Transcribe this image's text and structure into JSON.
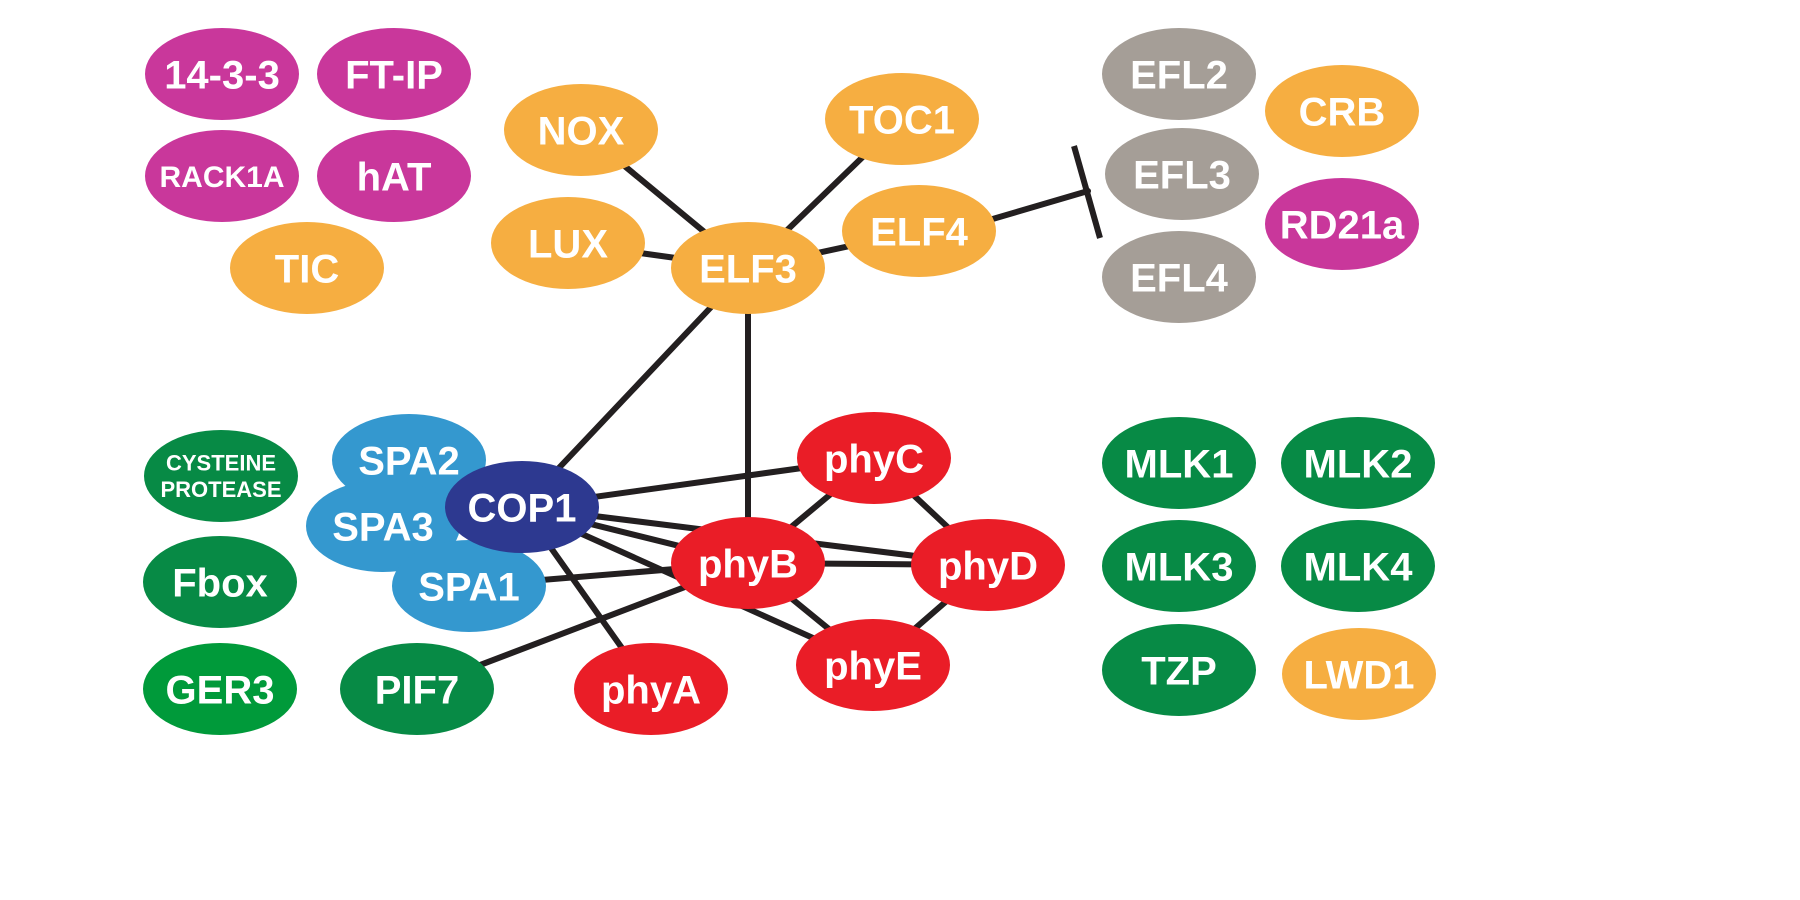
{
  "colors": {
    "magenta": "#c9379b",
    "orange": "#f6ae41",
    "gray": "#a59e97",
    "red": "#ea1d27",
    "light_blue": "#3498cf",
    "dark_blue": "#2d3990",
    "dark_green": "#078a45",
    "bright_green": "#009a3a",
    "edge": "#231f20",
    "label": "#ffffff"
  },
  "nodes": [
    {
      "id": "n-14-3-3",
      "label": "14-3-3",
      "color": "magenta"
    },
    {
      "id": "n-ft-ip",
      "label": "FT-IP",
      "color": "magenta"
    },
    {
      "id": "n-rack1a",
      "label": "RACK1A",
      "color": "magenta"
    },
    {
      "id": "n-hat",
      "label": "hAT",
      "color": "magenta"
    },
    {
      "id": "n-tic",
      "label": "TIC",
      "color": "orange"
    },
    {
      "id": "n-nox",
      "label": "NOX",
      "color": "orange"
    },
    {
      "id": "n-toc1",
      "label": "TOC1",
      "color": "orange"
    },
    {
      "id": "n-lux",
      "label": "LUX",
      "color": "orange"
    },
    {
      "id": "n-elf3",
      "label": "ELF3",
      "color": "orange"
    },
    {
      "id": "n-elf4",
      "label": "ELF4",
      "color": "orange"
    },
    {
      "id": "n-efl2",
      "label": "EFL2",
      "color": "gray"
    },
    {
      "id": "n-efl3",
      "label": "EFL3",
      "color": "gray"
    },
    {
      "id": "n-efl4",
      "label": "EFL4",
      "color": "gray"
    },
    {
      "id": "n-crb",
      "label": "CRB",
      "color": "orange"
    },
    {
      "id": "n-rd21a",
      "label": "RD21a",
      "color": "magenta"
    },
    {
      "id": "n-cysteine-protease",
      "label": "CYSTEINE PROTEASE",
      "lines": [
        "CYSTEINE",
        "PROTEASE"
      ],
      "color": "dark_green"
    },
    {
      "id": "n-fbox",
      "label": "Fbox",
      "color": "dark_green"
    },
    {
      "id": "n-ger3",
      "label": "GER3",
      "color": "bright_green"
    },
    {
      "id": "n-spa2",
      "label": "SPA2",
      "color": "light_blue"
    },
    {
      "id": "n-spa3",
      "label": "SPA3",
      "color": "light_blue"
    },
    {
      "id": "n-spa1",
      "label": "SPA1",
      "color": "light_blue"
    },
    {
      "id": "n-cop1",
      "label": "COP1",
      "color": "dark_blue"
    },
    {
      "id": "n-phyc",
      "label": "phyC",
      "color": "red"
    },
    {
      "id": "n-phyb",
      "label": "phyB",
      "color": "red"
    },
    {
      "id": "n-phyd",
      "label": "phyD",
      "color": "red"
    },
    {
      "id": "n-phye",
      "label": "phyE",
      "color": "red"
    },
    {
      "id": "n-phya",
      "label": "phyA",
      "color": "red"
    },
    {
      "id": "n-pif7",
      "label": "PIF7",
      "color": "dark_green"
    },
    {
      "id": "n-mlk1",
      "label": "MLK1",
      "color": "dark_green"
    },
    {
      "id": "n-mlk2",
      "label": "MLK2",
      "color": "dark_green"
    },
    {
      "id": "n-mlk3",
      "label": "MLK3",
      "color": "dark_green"
    },
    {
      "id": "n-mlk4",
      "label": "MLK4",
      "color": "dark_green"
    },
    {
      "id": "n-tzp",
      "label": "TZP",
      "color": "dark_green"
    },
    {
      "id": "n-lwd1",
      "label": "LWD1",
      "color": "orange"
    }
  ],
  "edges": [
    {
      "from": "n-nox",
      "to": "n-elf3"
    },
    {
      "from": "n-lux",
      "to": "n-elf3"
    },
    {
      "from": "n-toc1",
      "to": "n-elf3"
    },
    {
      "from": "n-elf3",
      "to": "n-elf4"
    },
    {
      "from": "n-elf3",
      "to": "n-cop1"
    },
    {
      "from": "n-elf3",
      "to": "n-phyb"
    },
    {
      "from": "n-cop1",
      "to": "n-phyc"
    },
    {
      "from": "n-cop1",
      "to": "n-phyd"
    },
    {
      "from": "n-cop1",
      "to": "n-phyb"
    },
    {
      "from": "n-cop1",
      "to": "n-phye"
    },
    {
      "from": "n-cop1",
      "to": "n-phya"
    },
    {
      "from": "n-spa1",
      "to": "n-phyb"
    },
    {
      "from": "n-pif7",
      "to": "n-phyb"
    },
    {
      "from": "n-phyc",
      "to": "n-phyb"
    },
    {
      "from": "n-phyc",
      "to": "n-phyd"
    },
    {
      "from": "n-phyb",
      "to": "n-phyd"
    },
    {
      "from": "n-phyb",
      "to": "n-phye"
    },
    {
      "from": "n-phyd",
      "to": "n-phye"
    }
  ],
  "inhibitions": [
    {
      "from": "n-elf4",
      "to_group": [
        "n-efl2",
        "n-efl3",
        "n-efl4"
      ]
    }
  ]
}
